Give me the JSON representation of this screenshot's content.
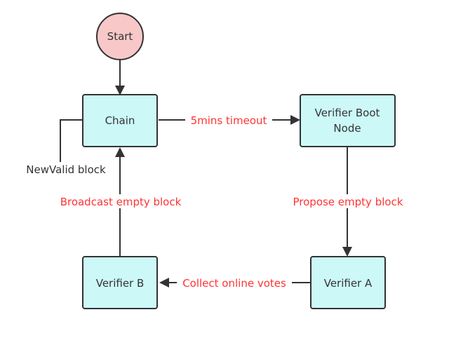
{
  "diagram": {
    "colors": {
      "start_fill": "#f8c8c8",
      "box_fill": "#ccf8f8",
      "stroke": "#333333",
      "edge_label": "#ff3333",
      "text": "#333333"
    },
    "nodes": {
      "start": "Start",
      "chain": "Chain",
      "boot_line1": "Verifier Boot",
      "boot_line2": "Node",
      "verifier_a": "Verifier A",
      "verifier_b": "Verifier B"
    },
    "edges": {
      "timeout": "5mins timeout",
      "propose": "Propose empty block",
      "collect": "Collect online votes",
      "broadcast": "Broadcast empty block",
      "new_valid": "NewValid block"
    }
  }
}
